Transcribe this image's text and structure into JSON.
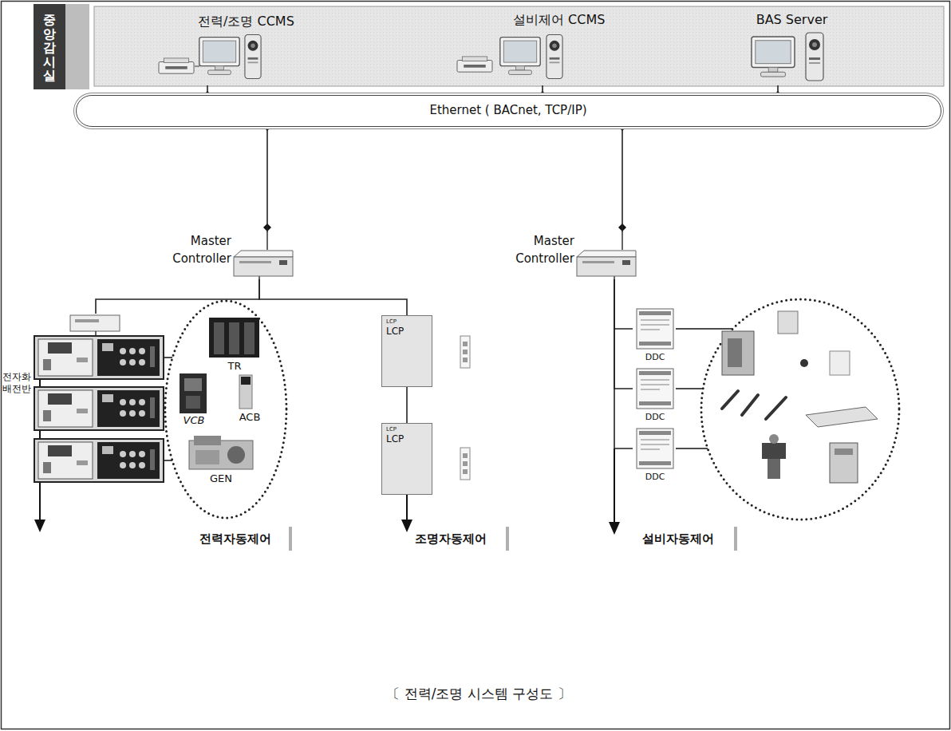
{
  "diagram": {
    "caption": "〔 전력/조명 시스템 구성도 〕",
    "nodes": [
      {
        "text": [
          "중앙감시실"
        ]
      },
      {
        "text": [
          "전력/조명 CCMS"
        ],
        "in": 0
      },
      {
        "text": [
          "설비제어 CCMS"
        ],
        "in": 0
      },
      {
        "text": [
          "BAS Server"
        ],
        "in": 0
      },
      {
        "text": [
          "Ethernet ( BACnet, TCP/IP)"
        ]
      },
      {
        "text": [
          "Master Controller"
        ]
      },
      {
        "text": [
          "Master Controller"
        ]
      },
      {
        "text": [
          "전자화 배전반"
        ]
      },
      {
        "text": [
          "TR"
        ]
      },
      {
        "text": [
          "VCB"
        ]
      },
      {
        "text": [
          "ACB"
        ]
      },
      {
        "text": [
          "GEN"
        ]
      },
      {
        "text": [
          "LCP",
          "LCP"
        ]
      },
      {
        "text": [
          "LCP",
          "LCP"
        ]
      },
      {
        "text": [
          "DDC"
        ]
      },
      {
        "text": [
          "DDC"
        ]
      },
      {
        "text": [
          "DDC"
        ]
      }
    ],
    "edges": [
      {
        "from": 1,
        "to": 4,
        "arrow": "none"
      },
      {
        "from": 2,
        "to": 4,
        "arrow": "none"
      },
      {
        "from": 3,
        "to": 4,
        "arrow": "none"
      },
      {
        "from": 4,
        "to": 5,
        "arrow": "none"
      },
      {
        "from": 4,
        "to": 6,
        "arrow": "none"
      },
      {
        "from": 5,
        "to": 7,
        "arrow": "none"
      },
      {
        "from": 5,
        "to": 12,
        "arrow": "none"
      },
      {
        "from": 12,
        "to": 13,
        "arrow": "none"
      },
      {
        "from": 6,
        "to": 14,
        "arrow": "none"
      },
      {
        "from": 6,
        "to": 15,
        "arrow": "none"
      },
      {
        "from": 6,
        "to": 16,
        "arrow": "none"
      }
    ],
    "labels": [
      "전력자동제어",
      "조명자동제어",
      "설비자동제어"
    ]
  }
}
